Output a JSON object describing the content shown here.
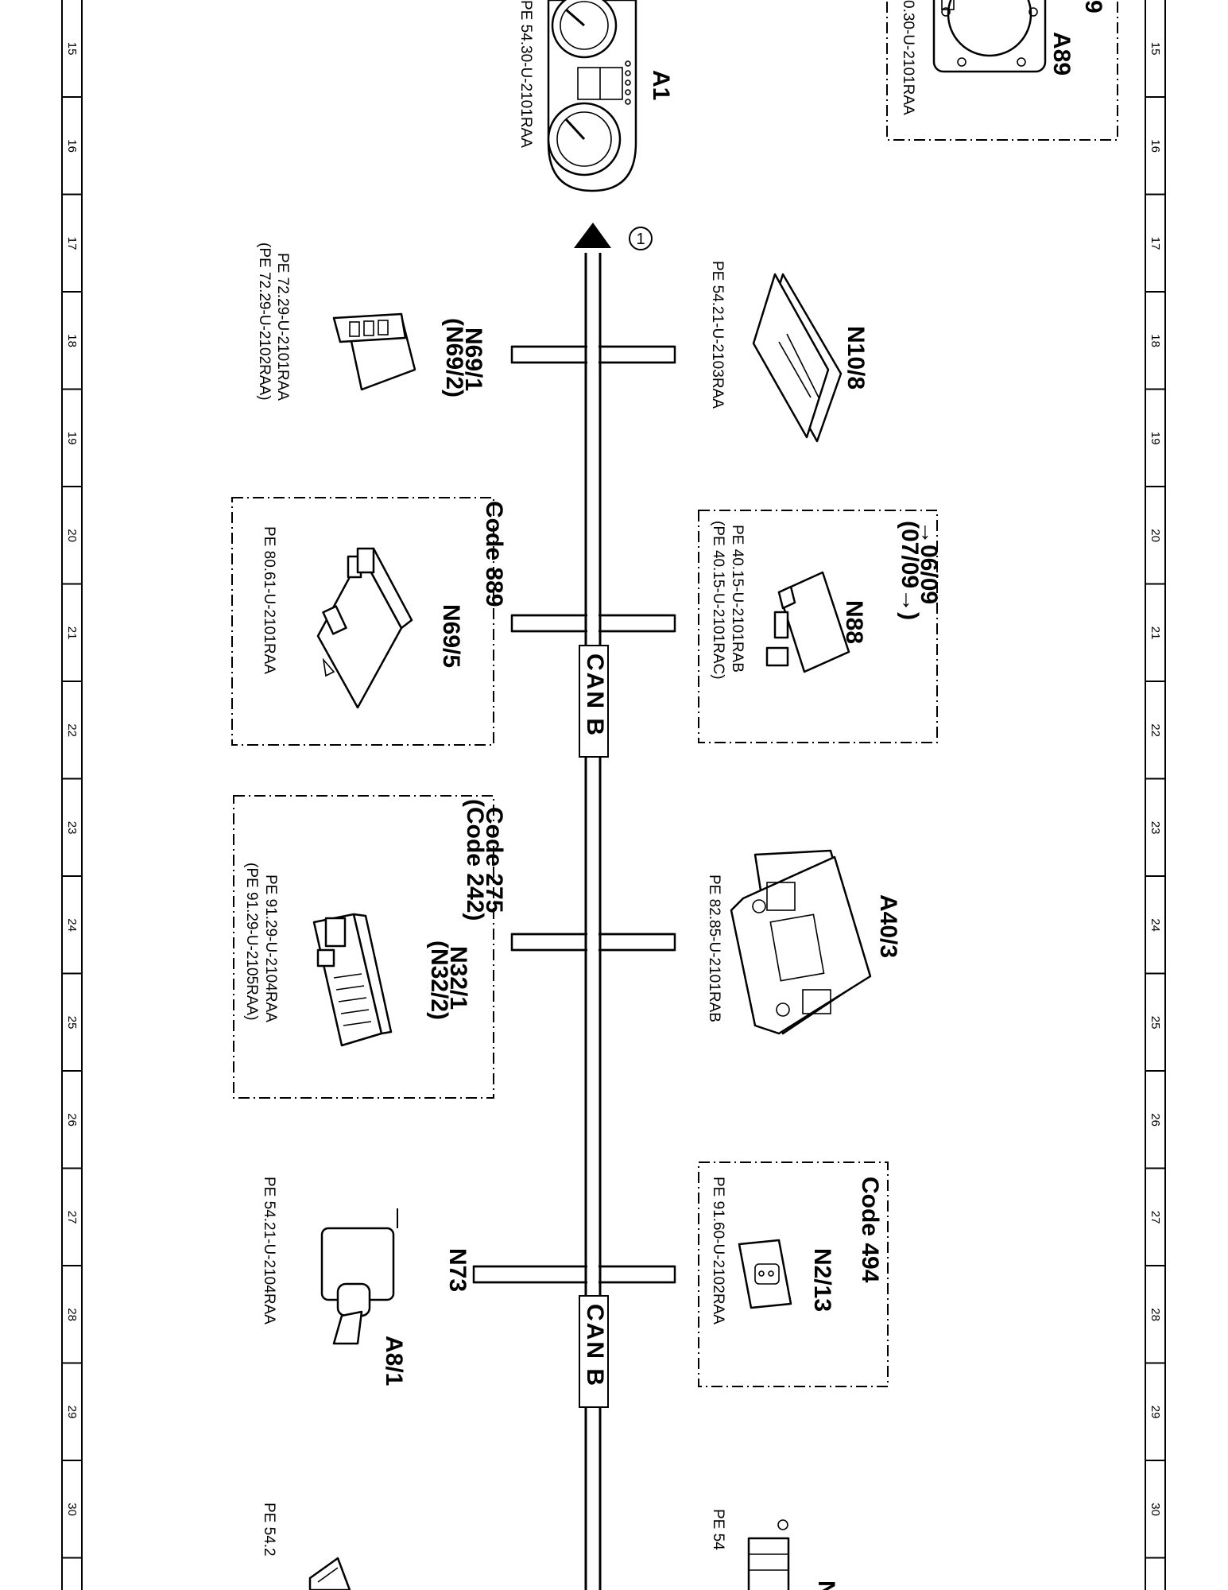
{
  "ruler": {
    "numbers": [
      "15",
      "16",
      "17",
      "18",
      "19",
      "20",
      "21",
      "22",
      "23",
      "24",
      "25",
      "26",
      "27",
      "28",
      "29",
      "30"
    ]
  },
  "bus": {
    "label": "CAN B",
    "connector_marker": "1"
  },
  "modules": [
    {
      "id": "A1",
      "name": "A1",
      "refs": [
        "PE 54.30-U-2101RAA"
      ],
      "icon": "instrument-cluster-icon"
    },
    {
      "id": "A89",
      "name": "A89",
      "name_cut": "9",
      "refs": [
        "0.30-U-2101RAA"
      ],
      "icon": "radar-sensor-icon"
    },
    {
      "id": "N69_1",
      "name": "N69/1",
      "alt_name": "(N69/2)",
      "refs": [
        "PE 72.29-U-2101RAA",
        "(PE 72.29-U-2102RAA)"
      ],
      "icon": "door-control-module-icon"
    },
    {
      "id": "N10_8",
      "name": "N10/8",
      "refs": [
        "PE 54.21-U-2103RAA"
      ],
      "icon": "sam-module-icon"
    },
    {
      "id": "N69_5",
      "name": "N69/5",
      "code": "Code 889",
      "refs": [
        "PE 80.61-U-2101RAA"
      ],
      "icon": "keyless-go-module-icon"
    },
    {
      "id": "N88",
      "name": "N88",
      "validity": [
        "→06/09",
        "(07/09→)"
      ],
      "refs": [
        "PE 40.15-U-2101RAB",
        "(PE 40.15-U-2101RAC)"
      ],
      "icon": "tire-pressure-module-icon"
    },
    {
      "id": "N32_1",
      "name": "N32/1",
      "alt_name": "(N32/2)",
      "code": "Code 275",
      "alt_code": "(Code 242)",
      "refs": [
        "PE 91.29-U-2104RAA",
        "(PE 91.29-U-2105RAA)"
      ],
      "icon": "seat-control-module-icon"
    },
    {
      "id": "A40_3",
      "name": "A40/3",
      "refs": [
        "PE 82.85-U-2101RAB"
      ],
      "icon": "comand-head-unit-icon"
    },
    {
      "id": "N73",
      "name": "N73",
      "sub_name": "A8/1",
      "refs": [
        "PE 54.21-U-2104RAA"
      ],
      "icon": "ezs-ignition-switch-icon"
    },
    {
      "id": "N2_13",
      "name": "N2/13",
      "code": "Code 494",
      "refs": [
        "PE 91.60-U-2102RAA"
      ],
      "icon": "occupant-sensor-module-icon"
    },
    {
      "id": "cut_left",
      "refs": [
        "PE 54.2"
      ],
      "icon": "partial-module-icon"
    },
    {
      "id": "cut_right",
      "name": "N",
      "refs": [
        "PE 54"
      ],
      "icon": "partial-module-icon"
    }
  ]
}
